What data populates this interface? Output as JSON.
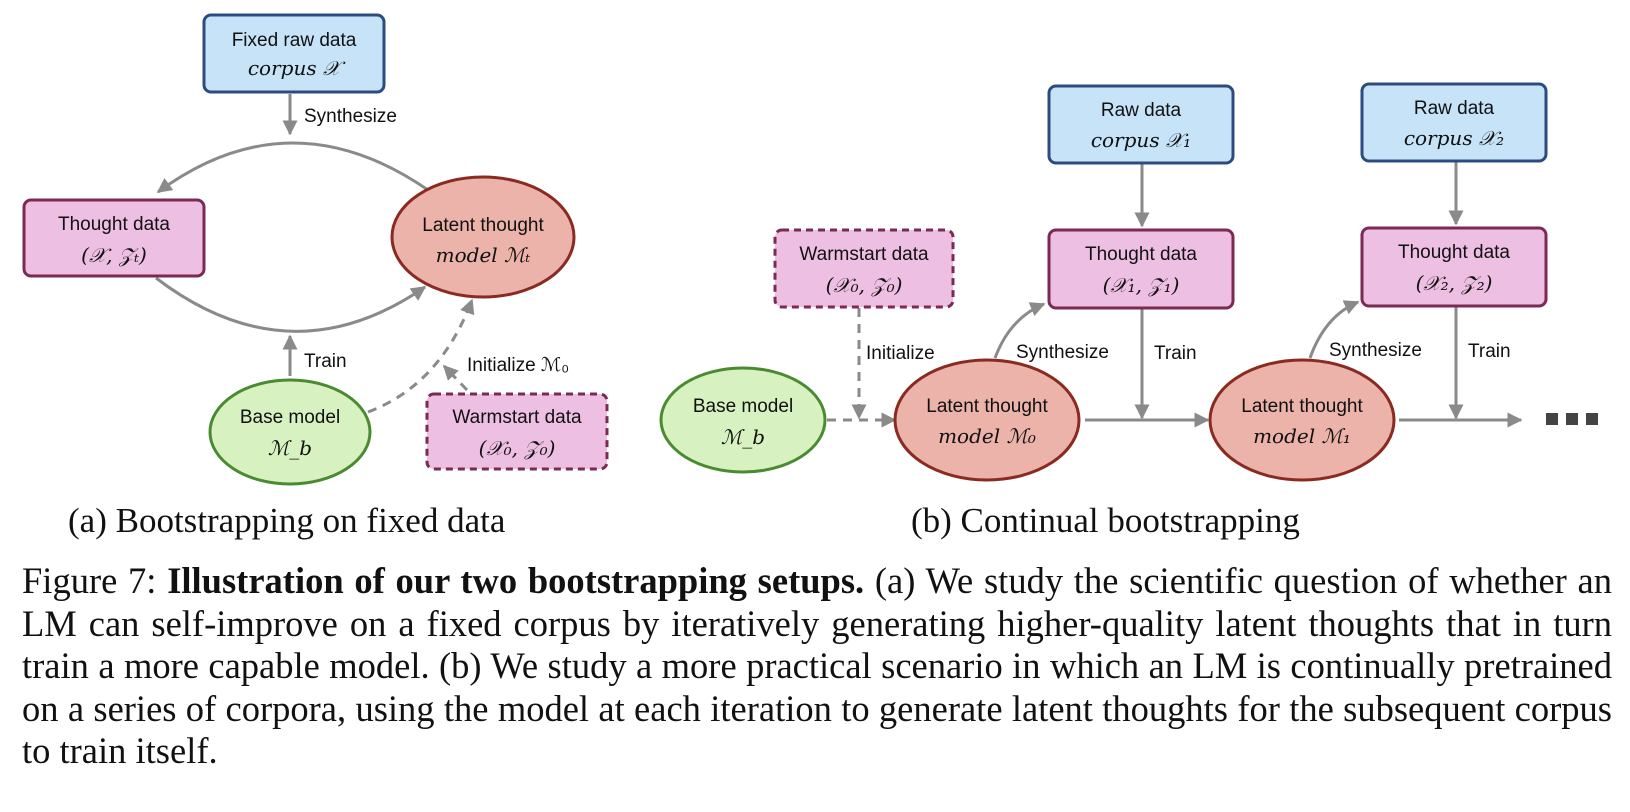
{
  "panel_a": {
    "fixed_raw": {
      "line1": "Fixed raw data",
      "line2": "corpus 𝒳"
    },
    "thought": {
      "line1": "Thought data",
      "line2": "(𝒳, 𝒵ₜ)"
    },
    "latent": {
      "line1": "Latent thought",
      "line2": "model ℳₜ"
    },
    "base": {
      "line1": "Base model",
      "line2": "ℳ_b"
    },
    "warm": {
      "line1": "Warmstart data",
      "line2": "(𝒳₀, 𝒵₀)"
    },
    "lbl_synthesize": "Synthesize",
    "lbl_train": "Train",
    "lbl_initialize": "Initialize ℳ₀",
    "subcaption": "(a) Bootstrapping on fixed data"
  },
  "panel_b": {
    "raw1": {
      "line1": "Raw data",
      "line2": "corpus 𝒳₁"
    },
    "raw2": {
      "line1": "Raw data",
      "line2": "corpus 𝒳₂"
    },
    "warm": {
      "line1": "Warmstart data",
      "line2": "(𝒳₀, 𝒵₀)"
    },
    "thought1": {
      "line1": "Thought data",
      "line2": "(𝒳₁, 𝒵₁)"
    },
    "thought2": {
      "line1": "Thought data",
      "line2": "(𝒳₂, 𝒵₂)"
    },
    "base": {
      "line1": "Base model",
      "line2": "ℳ_b"
    },
    "latent0": {
      "line1": "Latent thought",
      "line2": "model ℳ₀"
    },
    "latent1": {
      "line1": "Latent thought",
      "line2": "model ℳ₁"
    },
    "lbl_initialize": "Initialize",
    "lbl_synthesize1": "Synthesize",
    "lbl_train1": "Train",
    "lbl_synthesize2": "Synthesize",
    "lbl_train2": "Train",
    "subcaption": "(b) Continual bootstrapping"
  },
  "caption": {
    "figure_label": "Figure 7: ",
    "bold": "Illustration of our two bootstrapping setups.",
    "text": " (a) We study the scientific question of whether an LM can self-improve on a fixed corpus by iteratively generating higher-quality latent thoughts that in turn train a more capable model.  (b) We study a more practical scenario in which an LM is continually pretrained on a series of corpora, using the model at each iteration to generate latent thoughts for the subsequent corpus to train itself."
  },
  "colors": {
    "blue_fill": "#c6e3f7",
    "blue_stroke": "#2c4c80",
    "pink_fill": "#edbfe2",
    "pink_stroke": "#7c2a52",
    "red_fill": "#ebb3aa",
    "red_stroke": "#8a2a20",
    "green_fill": "#d7f2c0",
    "green_stroke": "#4a8a30",
    "arrow": "#8a8a8a"
  }
}
